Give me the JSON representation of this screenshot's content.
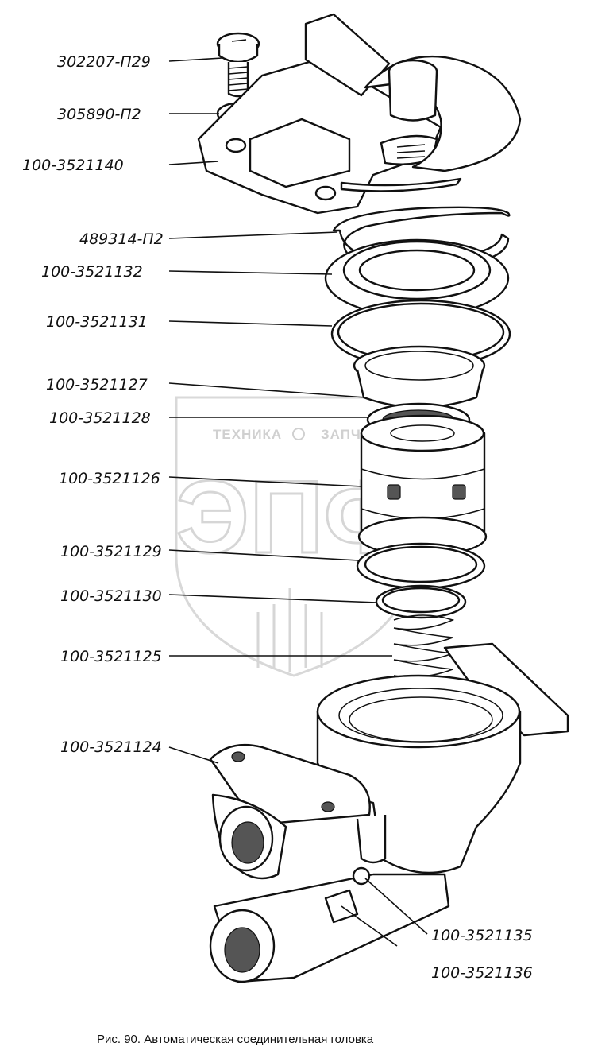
{
  "watermark": {
    "text_left": "ТЕХНИКА",
    "text_right": "ЗАПЧАСТИ",
    "logo": "ЭПФ",
    "colors": {
      "watermark": "#c8c8c8"
    }
  },
  "labels": [
    {
      "id": "302207-p29",
      "text": "302207-П29"
    },
    {
      "id": "305890-p2",
      "text": "305890-П2"
    },
    {
      "id": "100-3521140",
      "text": "100-3521140"
    },
    {
      "id": "489314-p2",
      "text": "489314-П2"
    },
    {
      "id": "100-3521132",
      "text": "100-3521132"
    },
    {
      "id": "100-3521131",
      "text": "100-3521131"
    },
    {
      "id": "100-3521127",
      "text": "100-3521127"
    },
    {
      "id": "100-3521128",
      "text": "100-3521128"
    },
    {
      "id": "100-3521126",
      "text": "100-3521126"
    },
    {
      "id": "100-3521129",
      "text": "100-3521129"
    },
    {
      "id": "100-3521130",
      "text": "100-3521130"
    },
    {
      "id": "100-3521125",
      "text": "100-3521125"
    },
    {
      "id": "100-3521124",
      "text": "100-3521124"
    },
    {
      "id": "100-3521135",
      "text": "100-3521135"
    },
    {
      "id": "100-3521136",
      "text": "100-3521136"
    }
  ],
  "caption": "Рис. 90. Автоматическая соединительная головка"
}
